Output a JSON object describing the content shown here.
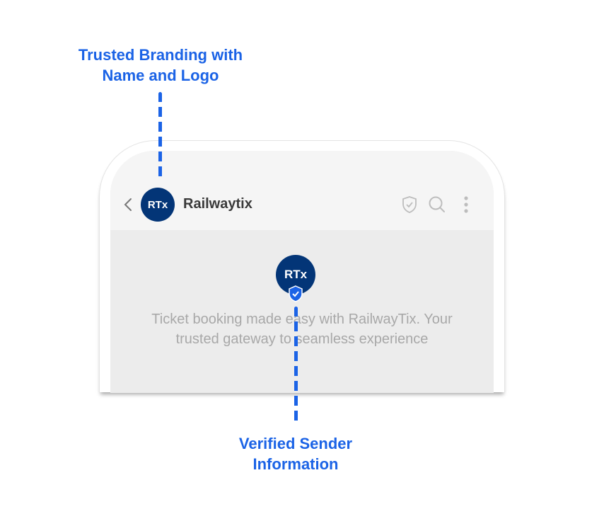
{
  "annotations": {
    "top_line1": "Trusted Branding with",
    "top_line2": "Name and Logo",
    "bottom_line1": "Verified Sender",
    "bottom_line2": "Information"
  },
  "header": {
    "avatar_text": "RTx",
    "title": "Railwaytix",
    "icons": [
      "back-icon",
      "shield-check-icon",
      "search-icon",
      "more-vertical-icon"
    ]
  },
  "profile": {
    "avatar_text": "RTx",
    "description_line1": "Ticket booking made easy with RailwayTix. Your",
    "description_line2": "trusted gateway to seamless experience"
  },
  "colors": {
    "accent": "#1b63e6",
    "brand": "#033577"
  }
}
